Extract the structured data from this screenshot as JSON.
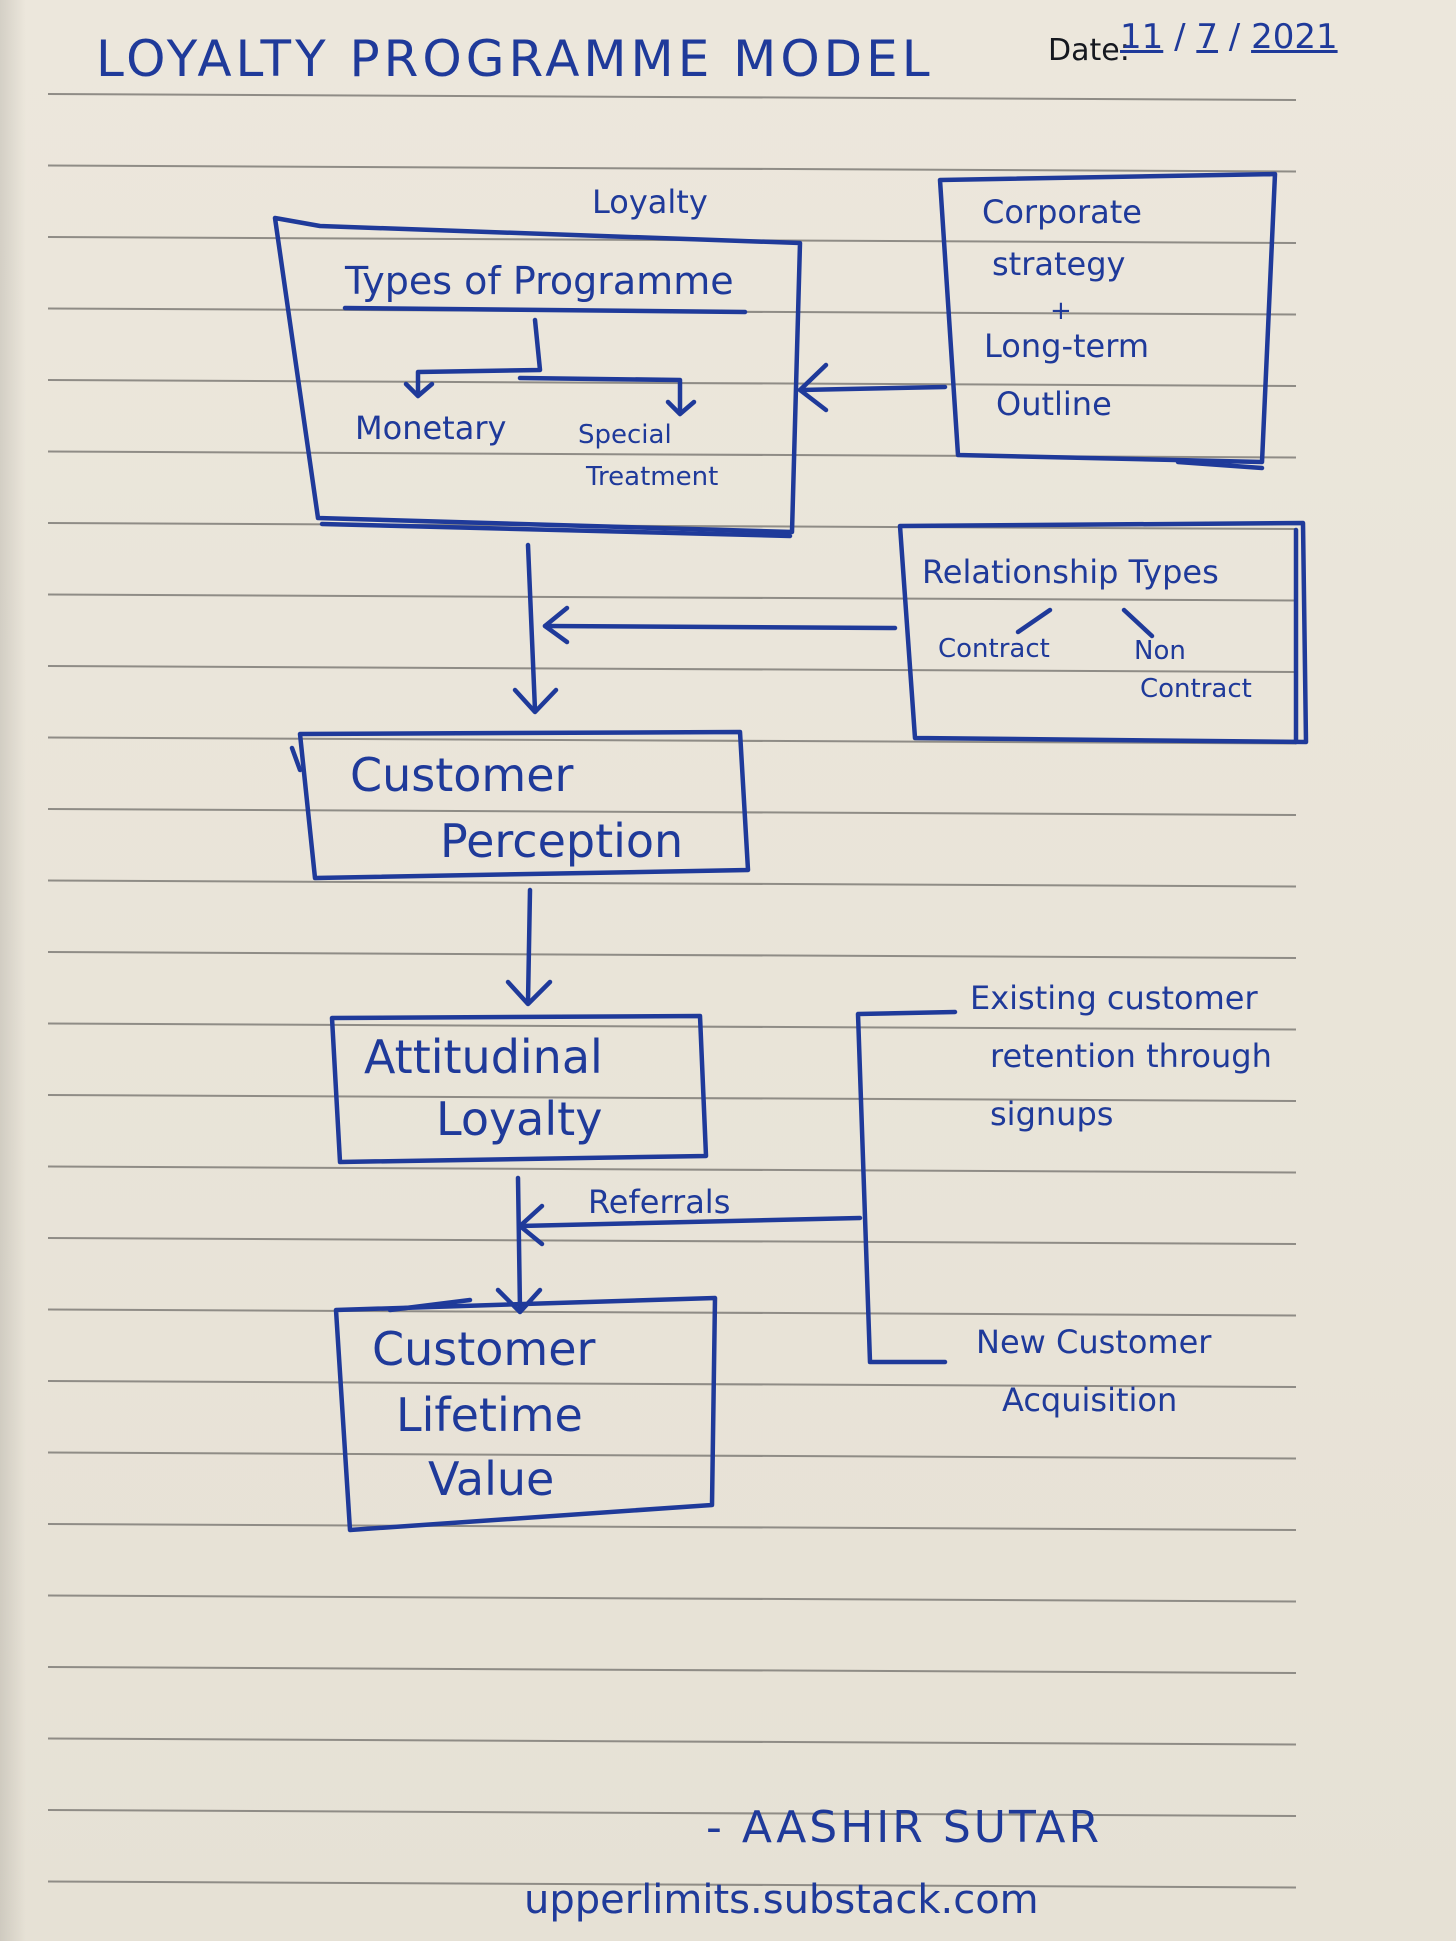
{
  "header": {
    "title": "LOYALTY PROGRAMME MODEL",
    "date_label": "Date:",
    "date_day": "11",
    "date_month": "7",
    "date_year": "2021"
  },
  "diagram": {
    "loyalty_caption": "Loyalty",
    "types_box": {
      "title": "Types of Programme",
      "option_1": "Monetary",
      "option_2_line1": "Special",
      "option_2_line2": "Treatment"
    },
    "corporate_box": {
      "line1": "Corporate",
      "line2": "strategy",
      "plus": "+",
      "line3": "Long-term",
      "line4": "Outline"
    },
    "relationship_box": {
      "title": "Relationship Types",
      "option_1": "Contract",
      "option_2_line1": "Non",
      "option_2_line2": "Contract"
    },
    "perception_box": {
      "line1": "Customer",
      "line2": "Perception"
    },
    "attitudinal_box": {
      "line1": "Attitudinal",
      "line2": "Loyalty"
    },
    "referrals_label": "Referrals",
    "clv_box": {
      "line1": "Customer",
      "line2": "Lifetime",
      "line3": "Value"
    },
    "existing_note": {
      "line1": "Existing customer",
      "line2": "retention through",
      "line3": "signups"
    },
    "new_note": {
      "line1": "New Customer",
      "line2": "Acquisition"
    }
  },
  "footer": {
    "author": "- AASHIR SUTAR",
    "url": "upperlimits.substack.com"
  }
}
